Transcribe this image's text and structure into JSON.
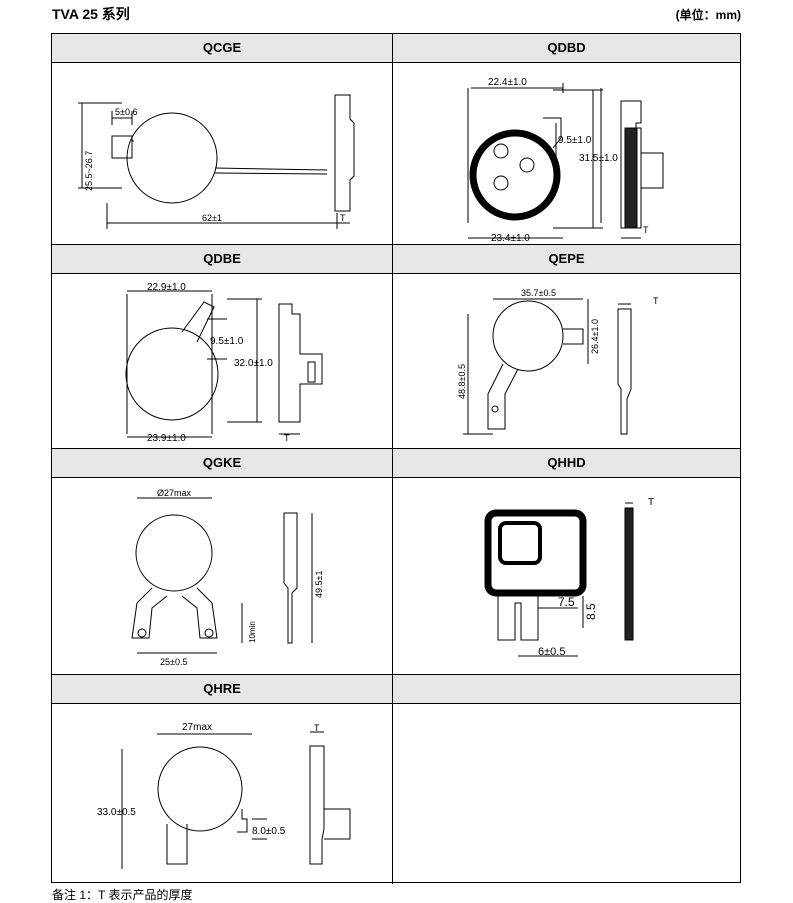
{
  "header": {
    "title": "TVA 25 系列",
    "unit": "(单位：mm)"
  },
  "cells": [
    {
      "name": "QCGE",
      "dims": [
        "5±0.6",
        "25.5~26.7",
        "62±1",
        "T"
      ]
    },
    {
      "name": "QDBD",
      "dims": [
        "22.4±1.0",
        "9.5±1.0",
        "31.5±1.0",
        "23.4±1.0",
        "T"
      ]
    },
    {
      "name": "QDBE",
      "dims": [
        "22.9±1.0",
        "9.5±1.0",
        "32.0±1.0",
        "23.9±1.0",
        "T"
      ]
    },
    {
      "name": "QEPE",
      "dims": [
        "35.7±0.5",
        "T",
        "26.4±1.0",
        "48.8±0.5"
      ]
    },
    {
      "name": "QGKE",
      "dims": [
        "Ø27max",
        "49.5±1",
        "10min",
        "25±0.5"
      ]
    },
    {
      "name": "QHHD",
      "dims": [
        "T",
        "7.5",
        "8.5",
        "6±0.5"
      ]
    },
    {
      "name": "QHRE",
      "dims": [
        "27max",
        "T",
        "33.0±0.5",
        "8.0±0.5"
      ]
    }
  ],
  "note": "备注 1：T 表示产品的厚度"
}
